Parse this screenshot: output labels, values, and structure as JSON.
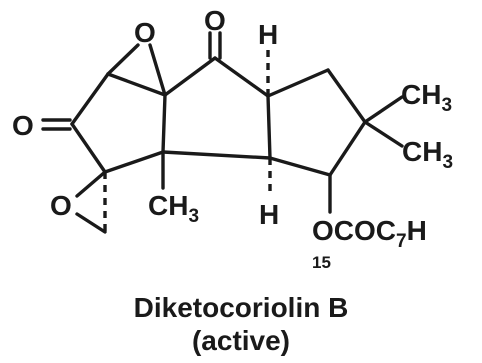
{
  "molecule": {
    "name": "Diketocoriolin B",
    "activity": "(active)"
  },
  "atom_labels": {
    "epoxide_top_o": "O",
    "ketone_top_o": "O",
    "h_top": "H",
    "ketone_left_o": "O",
    "epoxide_left_o": "O",
    "ch3_center_c": "CH",
    "ch3_center_n": "3",
    "h_bottom": "H",
    "ch3_right_top_c": "CH",
    "ch3_right_top_n": "3",
    "ch3_right_bottom_c": "CH",
    "ch3_right_bottom_n": "3",
    "ester_prefix": "OCOC",
    "ester_c_count": "7",
    "ester_h": "H",
    "ester_h_count": "15"
  }
}
